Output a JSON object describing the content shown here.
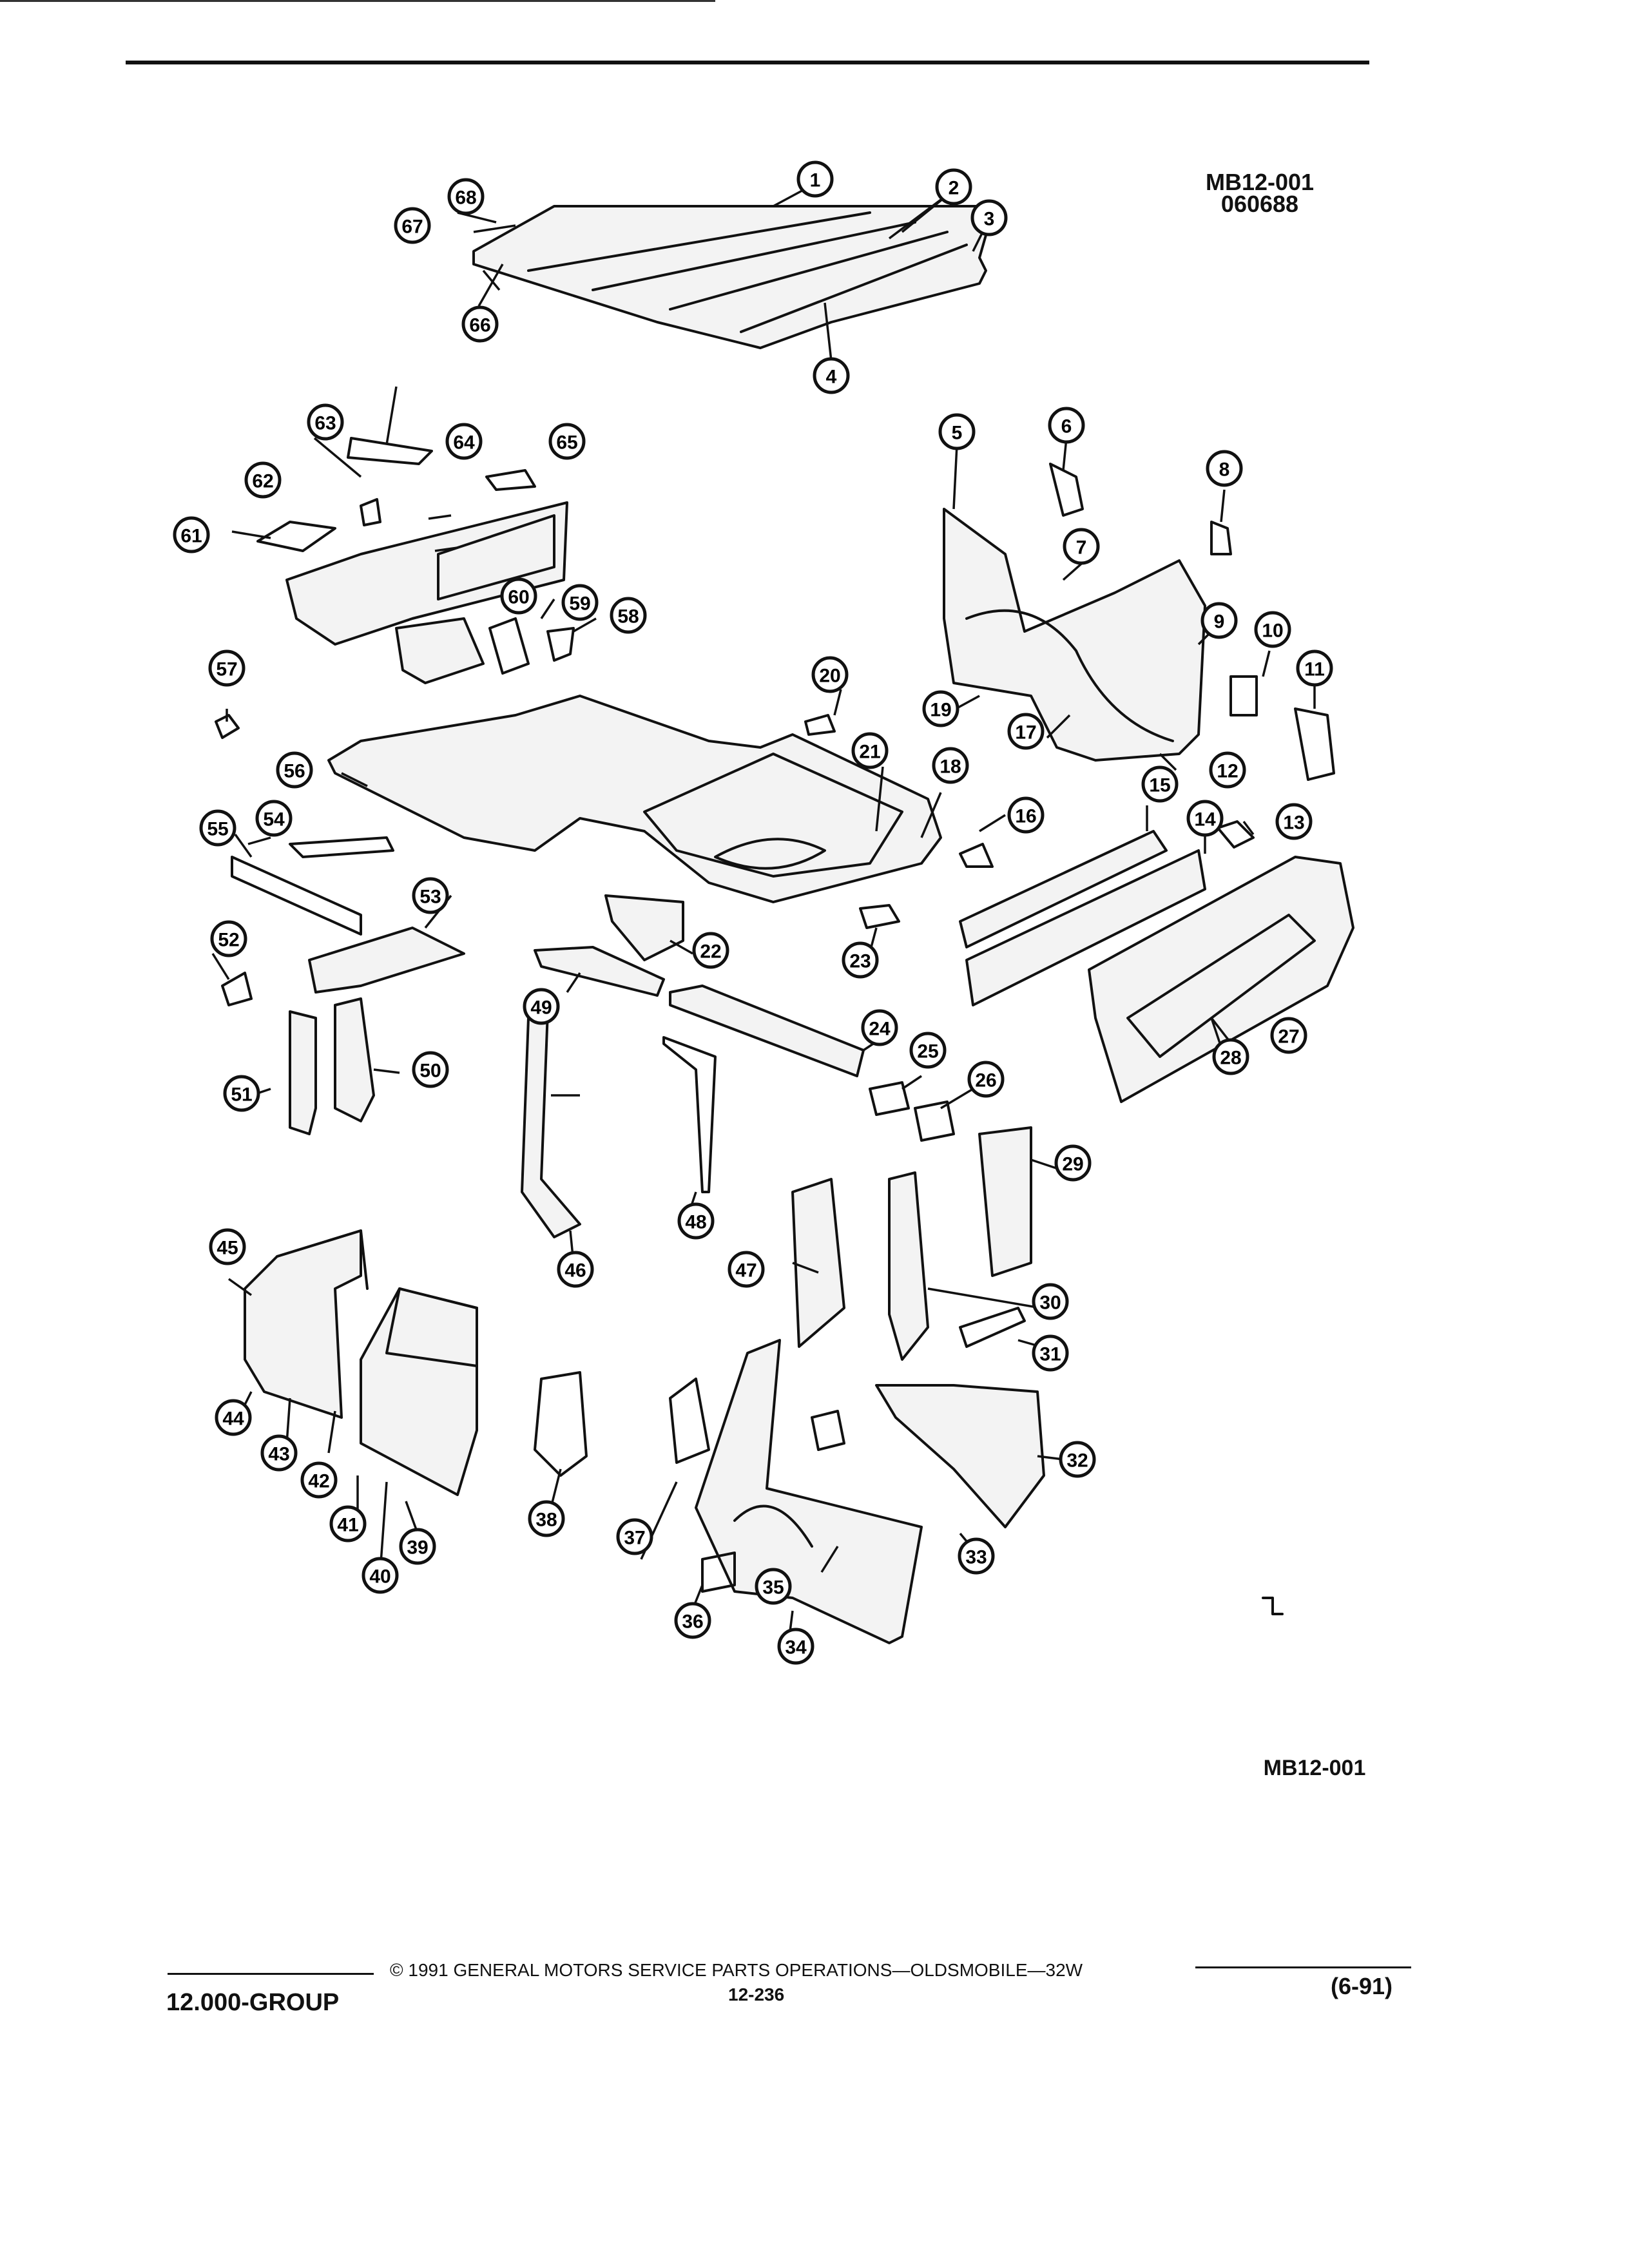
{
  "header": {
    "diagram_code": "MB12-001",
    "diagram_date": "060688"
  },
  "bottom_code": "MB12-001",
  "footer": {
    "copyright": "© 1991 GENERAL MOTORS SERVICE PARTS OPERATIONS—OLDSMOBILE—32W",
    "group": "12.000-GROUP",
    "page_number": "12-236",
    "revision": "(6-91)"
  },
  "callouts": [
    "1",
    "2",
    "3",
    "4",
    "5",
    "6",
    "7",
    "8",
    "9",
    "10",
    "11",
    "12",
    "13",
    "14",
    "15",
    "16",
    "17",
    "18",
    "19",
    "20",
    "21",
    "22",
    "23",
    "24",
    "25",
    "26",
    "27",
    "28",
    "29",
    "30",
    "31",
    "32",
    "33",
    "34",
    "35",
    "36",
    "37",
    "38",
    "39",
    "40",
    "41",
    "42",
    "43",
    "44",
    "45",
    "46",
    "47",
    "48",
    "49",
    "50",
    "51",
    "52",
    "53",
    "54",
    "55",
    "56",
    "57",
    "58",
    "59",
    "60",
    "61",
    "62",
    "63",
    "64",
    "65",
    "66",
    "67",
    "68"
  ]
}
